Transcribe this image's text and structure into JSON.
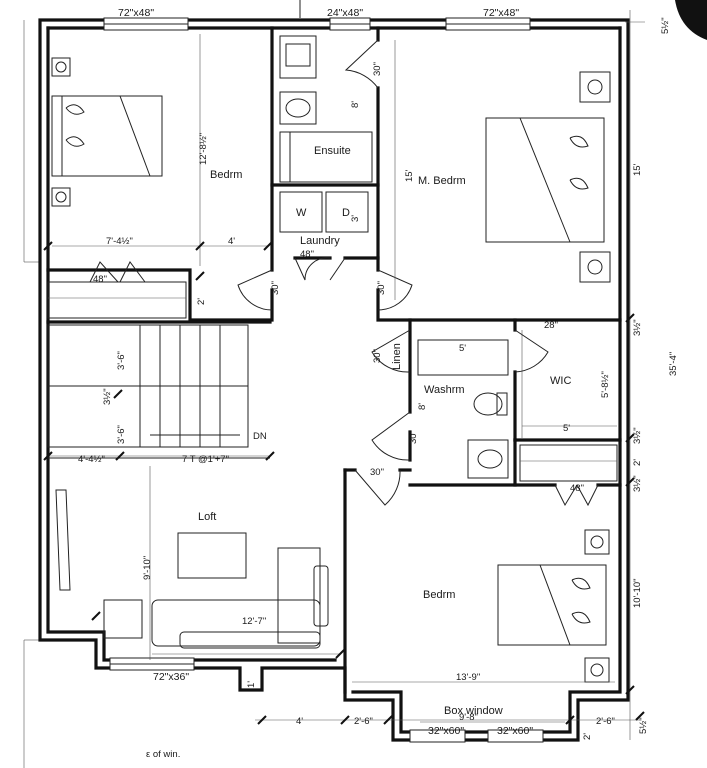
{
  "rooms": {
    "bedroom_nw": "Bedrm",
    "ensuite": "Ensuite",
    "master": "M. Bedrm",
    "laundry": "Laundry",
    "washroom": "Washrm",
    "wic": "WIC",
    "linen": "Linen",
    "loft": "Loft",
    "bedroom_se": "Bedrm",
    "box_window": "Box window"
  },
  "windows": {
    "w1": "72\"x48\"",
    "w2": "24\"x48\"",
    "w3": "72\"x48\"",
    "w4": "72\"x36\"",
    "w5": "32\"x60\"",
    "w6": "32\"x60\""
  },
  "doors": {
    "d1": "30\"",
    "d2": "48\"",
    "d3": "30\"",
    "d4": "30\"",
    "d5": "48\"",
    "d6": "30\"",
    "d7": "28\"",
    "d8": "30\"",
    "d9": "30\"",
    "d10": "48\""
  },
  "dims": {
    "bed_nw_depth": "12'-8½\"",
    "bed_nw_width": "7'-4½\"",
    "bed_nw_width2": "4'",
    "closet_depth": "2'",
    "stair_a": "3'-6\"",
    "stair_b": "3½\"",
    "stair_c": "3'-6\"",
    "landing_width": "4'-4½\"",
    "stair_note": "7 T @1'+7\"",
    "dn": "DN",
    "master_depth": "15'",
    "right_a": "15'",
    "right_b": "3½\"",
    "right_c": "35'-4\"",
    "right_d": "3½\"",
    "right_e": "2'",
    "right_f": "3½\"",
    "right_g": "10'-10\"",
    "right_h": "5½\"",
    "right_top": "5½\"",
    "wic_depth": "5'-8½\"",
    "wic_width": "5'",
    "wash_tub": "5'",
    "wash_8": "8'",
    "ensuite_8": "8'",
    "laundry_3": "3'",
    "loft_depth": "9'-10\"",
    "loft_width": "12'-7\"",
    "bed_se_width": "13'-9\"",
    "box_width": "9'-8\"",
    "b_4": "4'",
    "b_26a": "2'-6\"",
    "b_26b": "2'-6\"",
    "b_1": "1'",
    "b_2": "2'",
    "washer": "W",
    "dryer": "D",
    "note": "ε of win."
  }
}
